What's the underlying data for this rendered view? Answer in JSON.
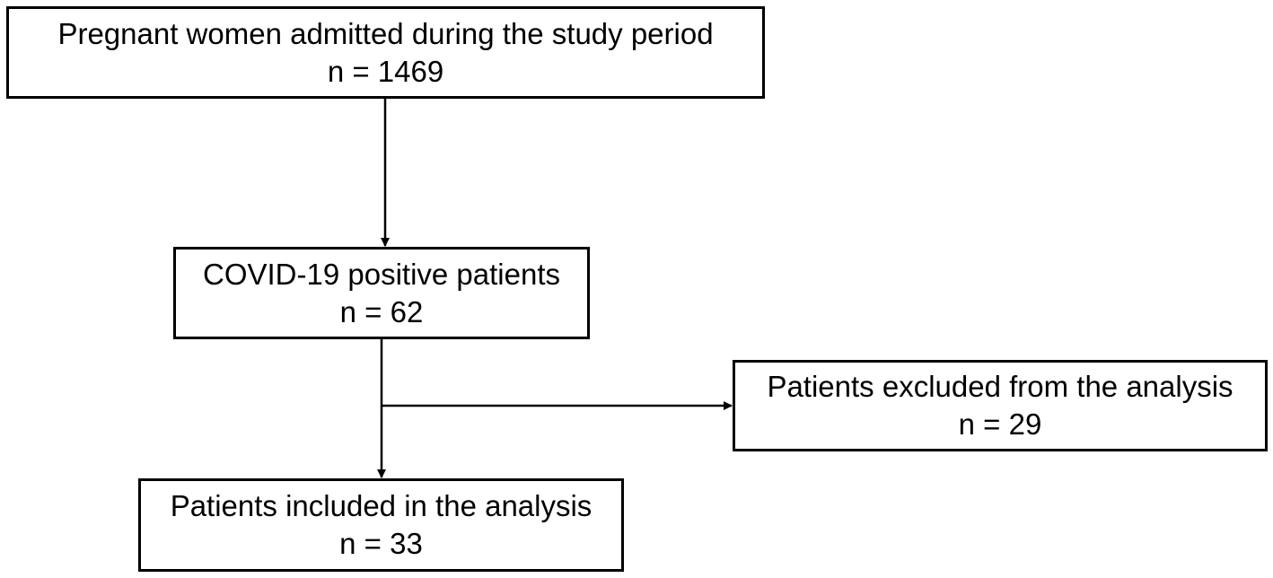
{
  "boxes": {
    "admitted": {
      "label": "Pregnant women admitted during the study period",
      "count": "n = 1469"
    },
    "covid_positive": {
      "label": "COVID-19 positive patients",
      "count": "n = 62"
    },
    "excluded": {
      "label": "Patients excluded from the analysis",
      "count": "n = 29"
    },
    "included": {
      "label": "Patients included in the analysis",
      "count": "n = 33"
    }
  },
  "colors": {
    "line": "#000000",
    "box_border": "#000000",
    "background": "#ffffff"
  }
}
